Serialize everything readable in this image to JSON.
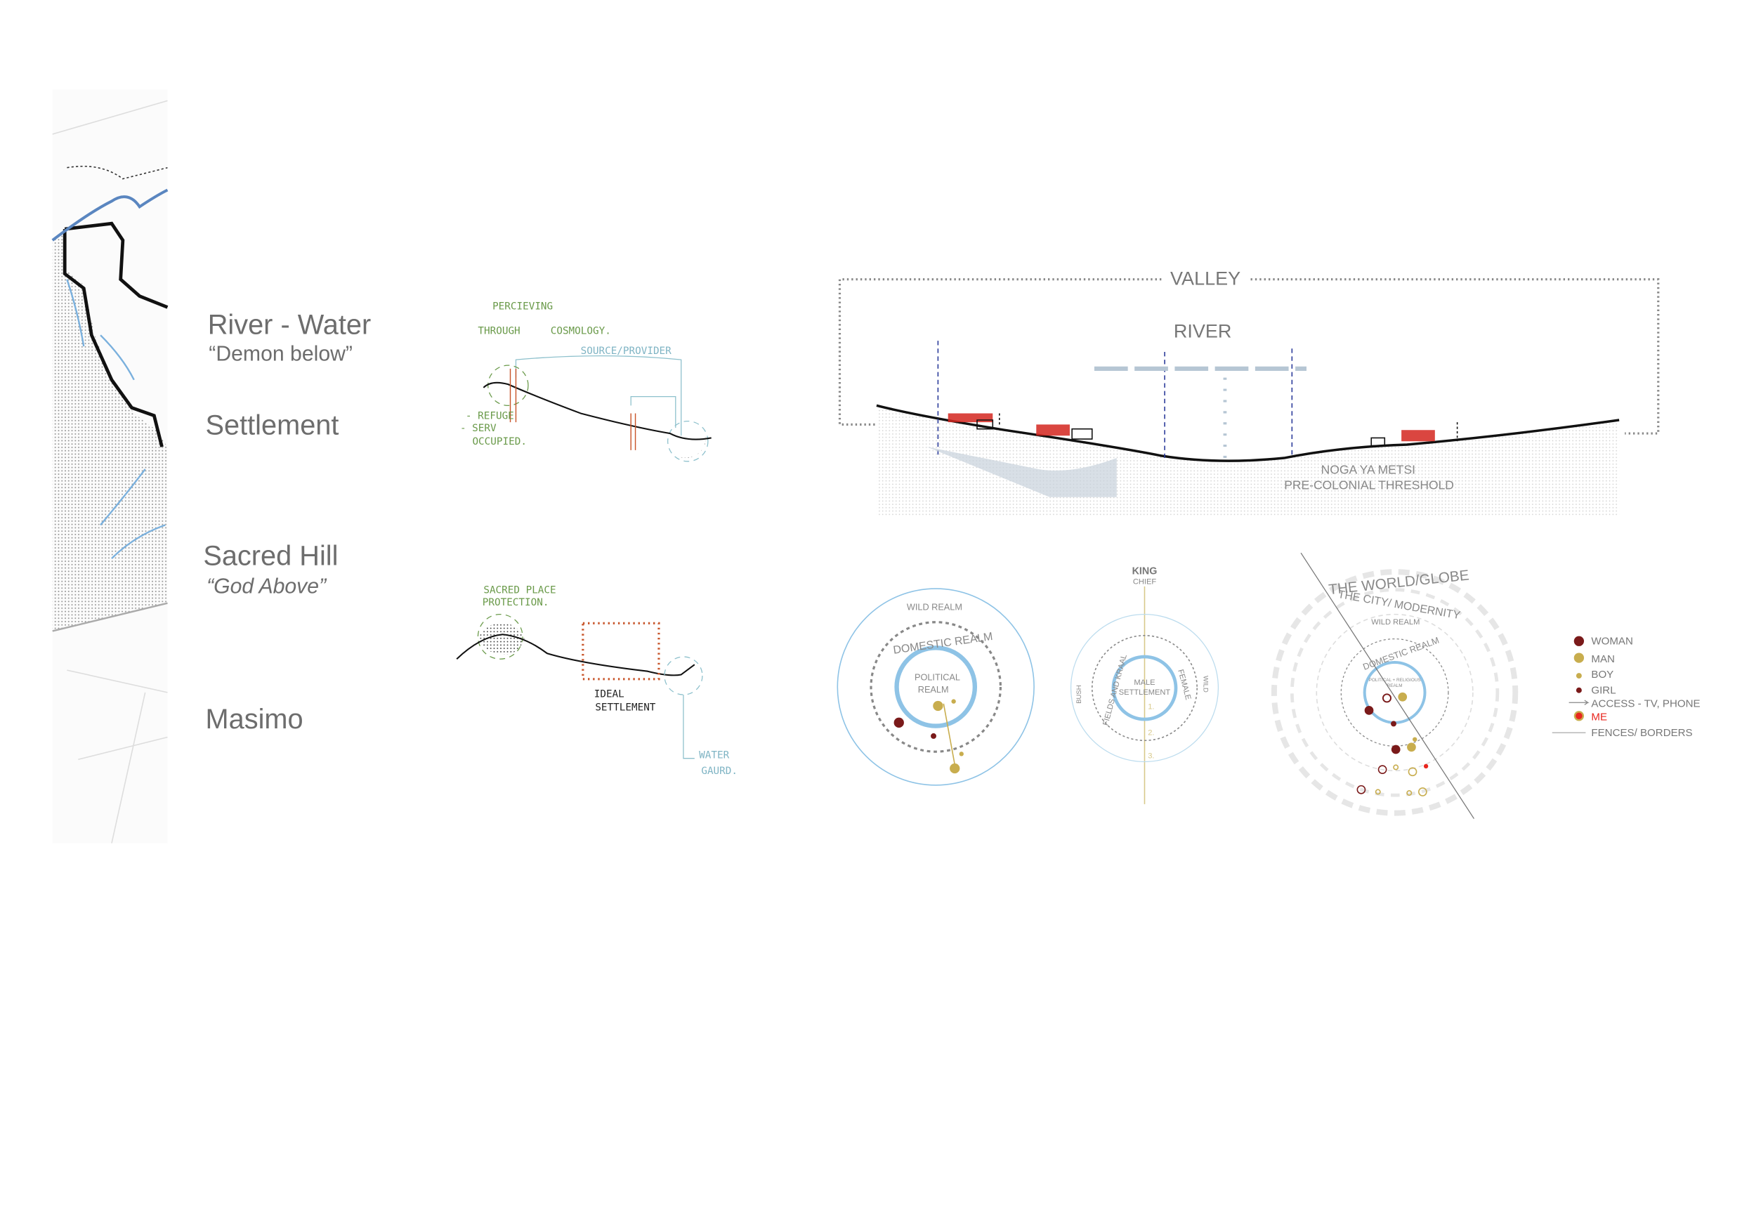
{
  "labels": {
    "river_water": "River - Water",
    "demon_below": "“Demon below”",
    "settlement": "Settlement",
    "sacred_hill": "Sacred Hill",
    "god_above": "“God Above”",
    "masimo": "Masimo"
  },
  "sketch_river": {
    "perceiving": "PERCIEVING",
    "through": "THROUGH",
    "cosmology": "COSMOLOGY.",
    "source_provider": "SOURCE/PROVIDER",
    "refuge": "- REFUGE",
    "serv": "- SERV",
    "occupied": "OCCUPIED."
  },
  "sketch_hill": {
    "sacred_place": "SACRED PLACE",
    "protection": "PROTECTION.",
    "ideal": "IDEAL",
    "settlement": "SETTLEMENT",
    "water": "WATER",
    "gaurd": "GAURD."
  },
  "section": {
    "valley": "VALLEY",
    "river": "RIVER",
    "noga_ya_metsi": "NOGA YA METSI",
    "threshold": "PRE-COLONIAL THRESHOLD"
  },
  "diagram_realms": {
    "wild": "WILD REALM",
    "domestic": "DOMESTIC REALM",
    "political_1": "POLITICAL",
    "political_2": "REALM"
  },
  "diagram_king": {
    "king": "KING",
    "chief": "CHIEF",
    "bush": "BUSH",
    "fields": "FIELDS AND KRAAL",
    "female": "FEMALE",
    "wild": "WILD",
    "male_1": "MALE",
    "male_2": "SETTLEMENT",
    "n1": "1.",
    "n2": "2.",
    "n3": "3."
  },
  "diagram_world": {
    "world": "THE WORLD/GLOBE",
    "city": "THE CITY/ MODERNITY",
    "wild": "WILD REALM",
    "domestic": "DOMESTIC REALM",
    "political_1": "POLITICAL + RELIGIOUS",
    "political_2": "REALM"
  },
  "legend": {
    "woman": "WOMAN",
    "man": "MAN",
    "boy": "BOY",
    "girl": "GIRL",
    "access": "ACCESS - TV, PHONE",
    "me": "ME",
    "fences": "FENCES/ BORDERS"
  },
  "colors": {
    "woman": "#7a1a1a",
    "man": "#c8ad4e",
    "me": "#e8261e",
    "realm_blue": "#8ec3e6",
    "sketch_green": "#6a9a4a",
    "sketch_blue": "#7fb4c4",
    "settlement_orange": "#c8552a"
  }
}
